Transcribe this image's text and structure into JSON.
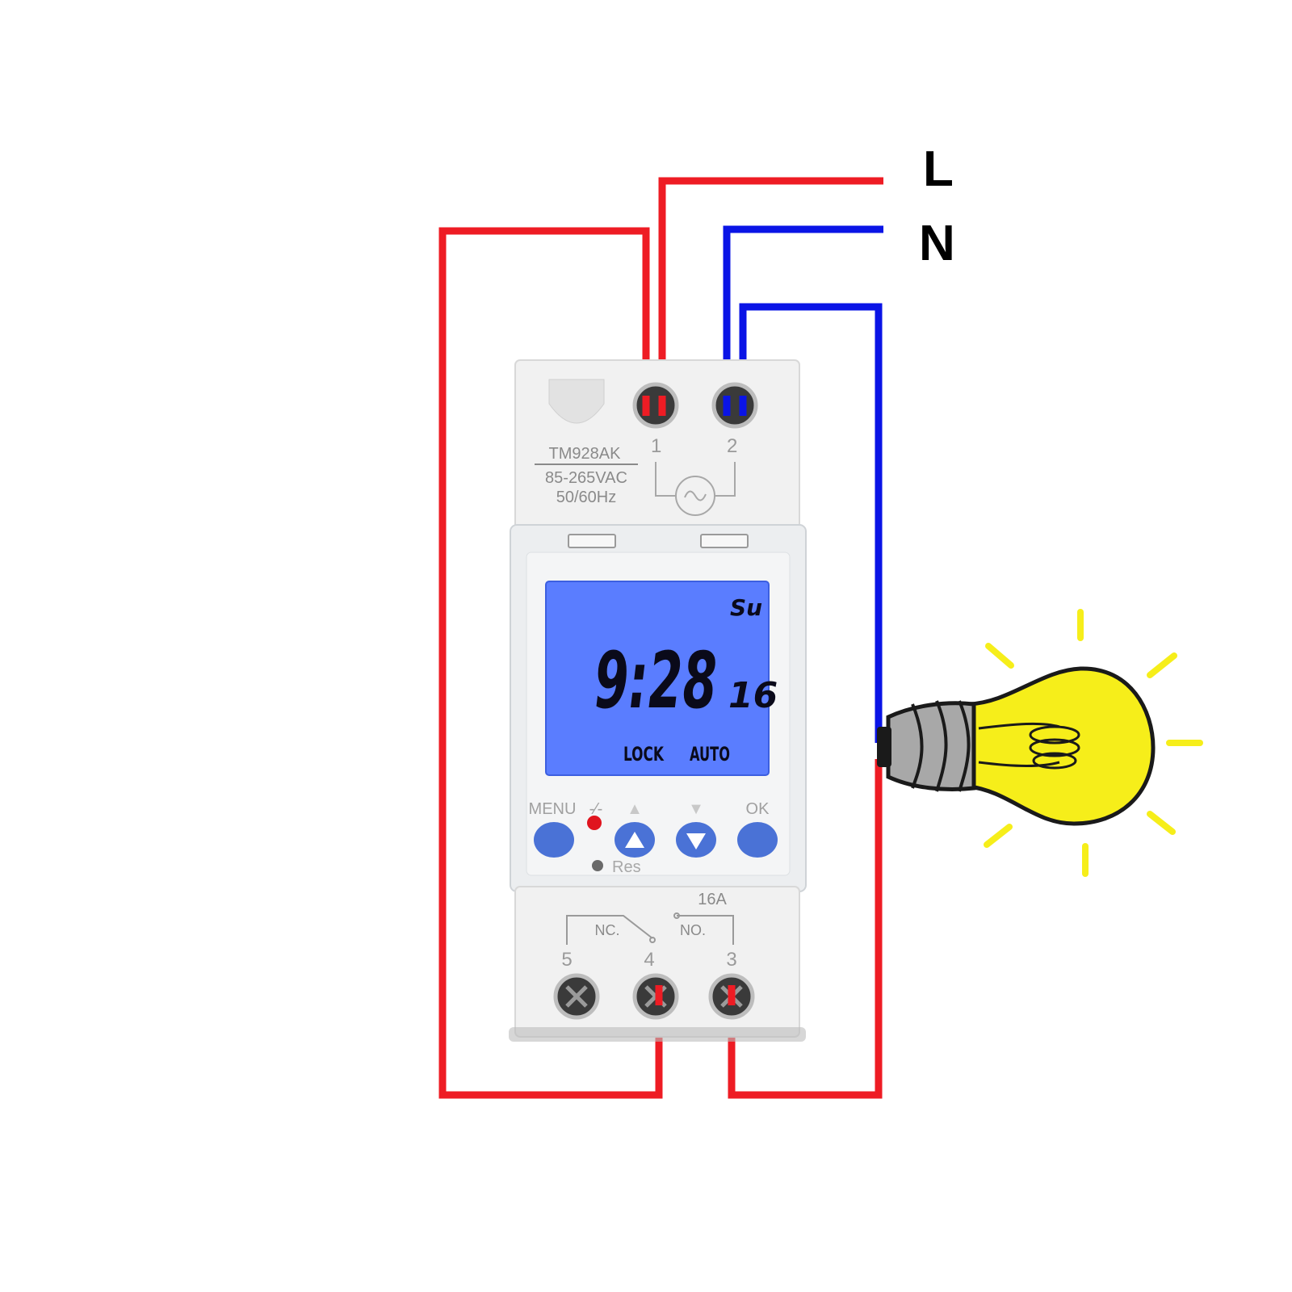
{
  "supply_labels": {
    "line": "L",
    "neutral": "N"
  },
  "device": {
    "model": "TM928AK",
    "voltage": "85-265VAC",
    "frequency": "50/60Hz",
    "top_terminals": [
      "1",
      "2"
    ],
    "bottom_terminals": [
      "5",
      "4",
      "3"
    ],
    "contact_nc": "NC.",
    "contact_no": "NO.",
    "current_rating": "16A",
    "reset_label": "Res"
  },
  "lcd": {
    "day": "Su",
    "time": "9:28",
    "seconds": "16",
    "status_lock": "LOCK",
    "status_auto": "AUTO"
  },
  "buttons": {
    "menu": "MENU",
    "switch_symbol": "-⁄-",
    "up_symbol": "▲",
    "down_symbol": "▼",
    "ok": "OK"
  },
  "colors": {
    "live_wire": "#ee1c24",
    "neutral_wire": "#0a14e6",
    "lcd_background": "#5a7dff",
    "button_blue": "#4a72d6",
    "bulb_yellow": "#f6ee1a",
    "indicator_led": "#e0141e"
  }
}
